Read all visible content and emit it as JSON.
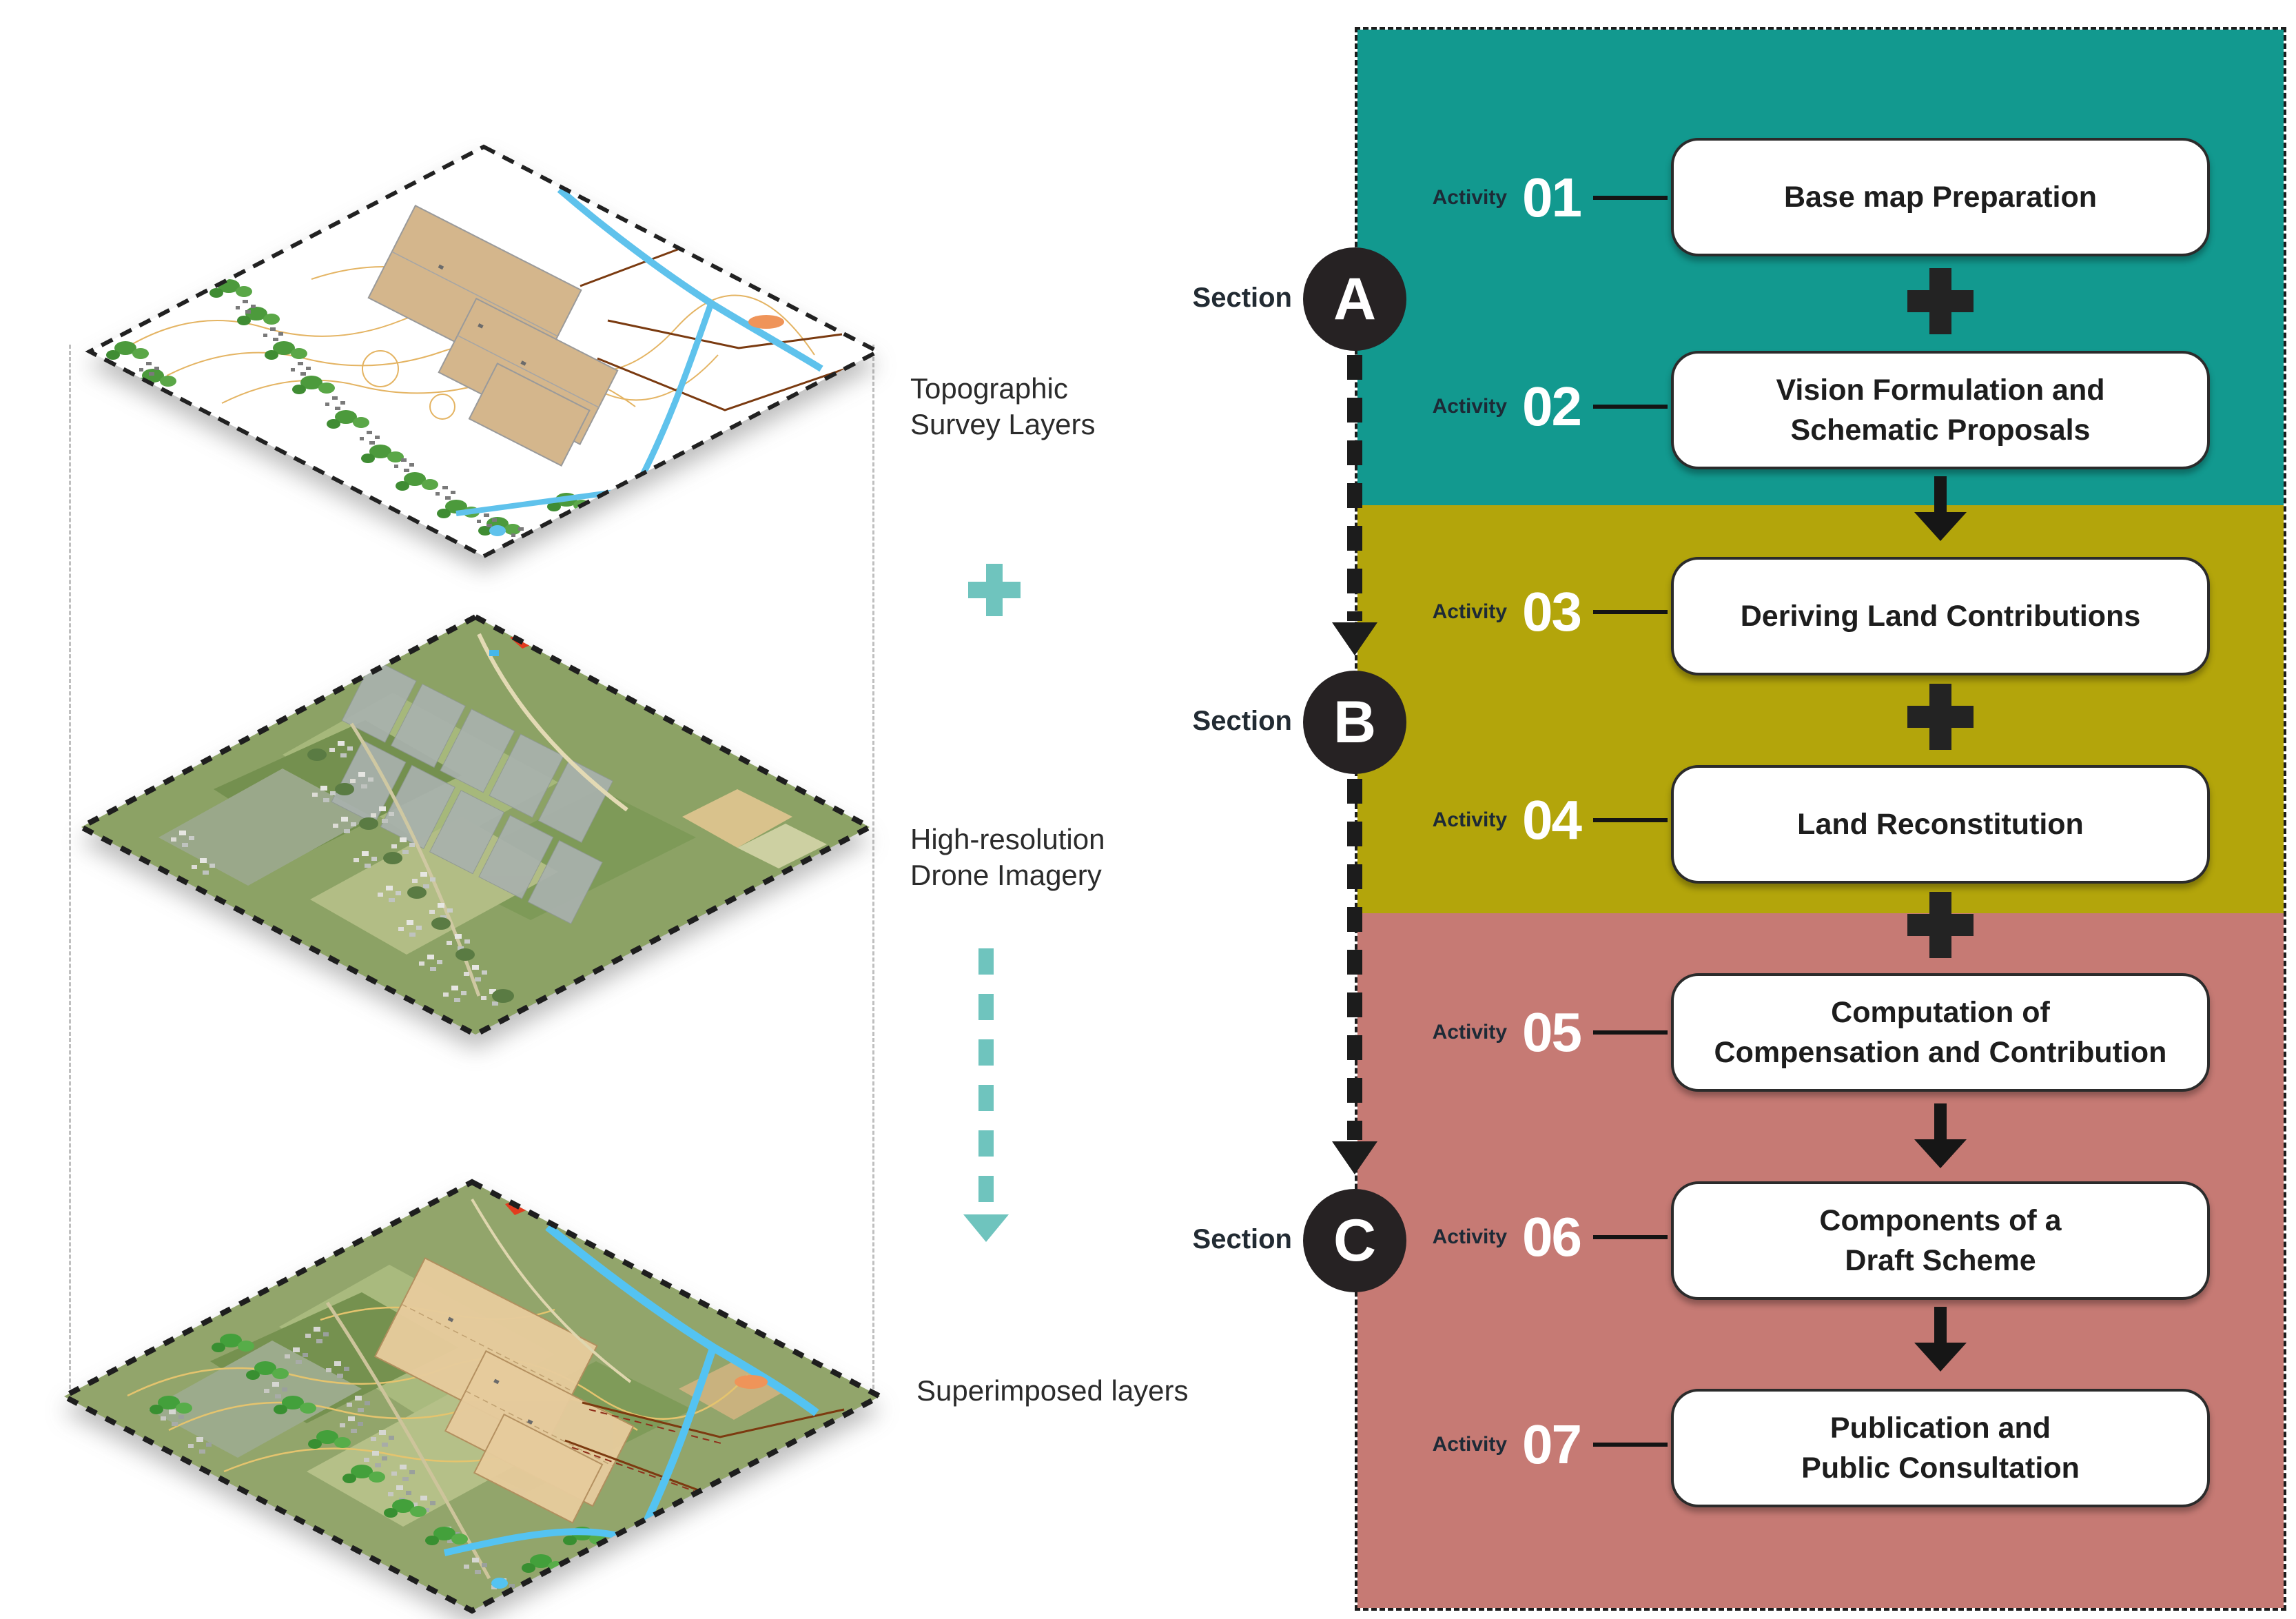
{
  "colors": {
    "teal": "#12998f",
    "yellow": "#b3a50b",
    "red": "#c67a74",
    "circle_black": "#262223",
    "accent_teal": "#6fc4be",
    "ink": "#1c1c1c"
  },
  "left_panel": {
    "layers": [
      {
        "name": "topographic-survey",
        "label_line1": "Topographic",
        "label_line2": "Survey Layers"
      },
      {
        "name": "drone-imagery",
        "label_line1": "High-resolution",
        "label_line2": "Drone Imagery"
      },
      {
        "name": "superimposed",
        "label_line1": "Superimposed layers",
        "label_line2": ""
      }
    ]
  },
  "flow_panel": {
    "activity_prefix": "Activity",
    "section_prefix": "Section",
    "sections": [
      {
        "letter": "A"
      },
      {
        "letter": "B"
      },
      {
        "letter": "C"
      }
    ],
    "activities": [
      {
        "number": "01",
        "line1": "Base map Preparation",
        "line2": ""
      },
      {
        "number": "02",
        "line1": "Vision Formulation and",
        "line2": "Schematic Proposals"
      },
      {
        "number": "03",
        "line1": "Deriving Land Contributions",
        "line2": ""
      },
      {
        "number": "04",
        "line1": "Land Reconstitution",
        "line2": ""
      },
      {
        "number": "05",
        "line1": "Computation of",
        "line2": "Compensation and Contribution"
      },
      {
        "number": "06",
        "line1": "Components of a",
        "line2": "Draft Scheme"
      },
      {
        "number": "07",
        "line1": "Publication and",
        "line2": "Public Consultation"
      }
    ]
  }
}
